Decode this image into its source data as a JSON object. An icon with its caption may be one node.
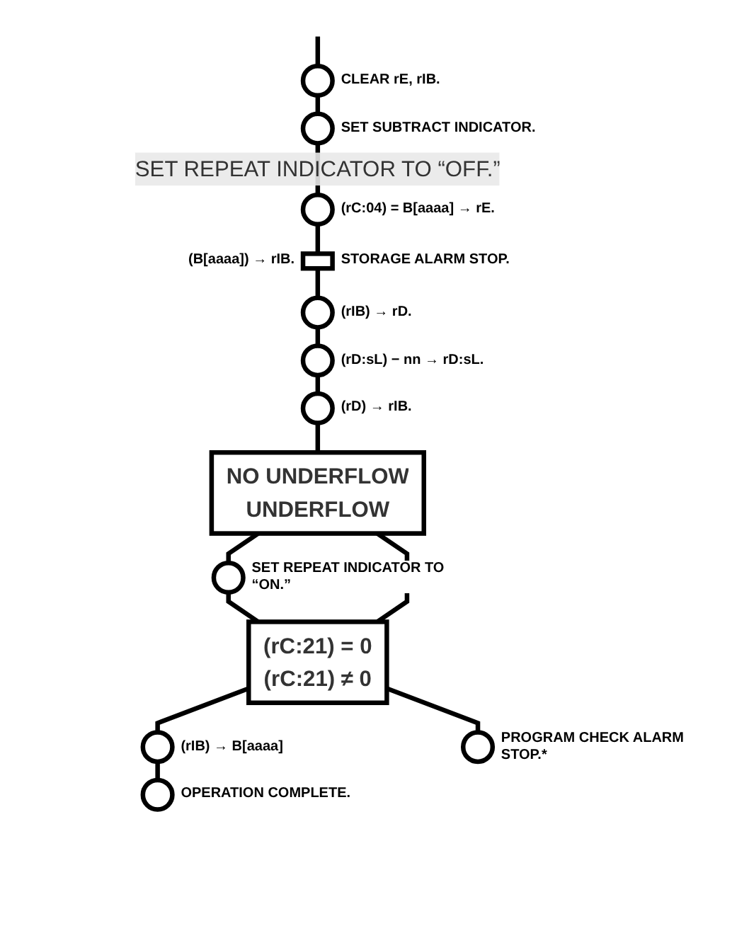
{
  "diagram": {
    "nodes": [
      {
        "text": [],
        "shape": "circle",
        "beside": [
          "CLEAR rE, rIB."
        ]
      },
      {
        "text": [],
        "shape": "circle",
        "beside": [
          "SET SUBTRACT INDICATOR."
        ]
      },
      {
        "text": [],
        "shape": "circle",
        "beside": [
          "(rC:04) = B[aaaa] → rE."
        ]
      },
      {
        "text": [],
        "shape": "box",
        "beside": [
          "(B[aaaa]) → rIB.",
          "STORAGE ALARM STOP."
        ]
      },
      {
        "text": [],
        "shape": "circle",
        "beside": [
          "(rIB) → rD."
        ]
      },
      {
        "text": [],
        "shape": "circle",
        "beside": [
          "(rD:sL) − nn → rD:sL."
        ]
      },
      {
        "text": [],
        "shape": "circle",
        "beside": [
          "(rD) → rIB."
        ]
      },
      {
        "text": [
          "NO UNDERFLOW",
          "UNDERFLOW"
        ]
      },
      {
        "text": [],
        "shape": "circle",
        "beside": [
          "SET REPEAT INDICATOR TO “ON.”"
        ]
      },
      {
        "text": [
          "(rC:21) = 0",
          "(rC:21) ≠ 0"
        ]
      },
      {
        "text": [],
        "shape": "circle",
        "beside": [
          "(rIB) → B[aaaa]"
        ]
      },
      {
        "text": [],
        "shape": "circle",
        "beside": [
          "OPERATION COMPLETE."
        ]
      },
      {
        "text": [],
        "shape": "circle",
        "beside": [
          "PROGRAM CHECK ALARM STOP.*"
        ]
      }
    ],
    "edges": [
      {
        "from": null,
        "to": 0,
        "arrow": "none"
      },
      {
        "from": 0,
        "to": 1,
        "arrow": "none"
      },
      {
        "from": 1,
        "to": 2,
        "arrow": "none",
        "label": "SET REPEAT INDICATOR TO “OFF.”"
      },
      {
        "from": 2,
        "to": 3,
        "arrow": "none"
      },
      {
        "from": 3,
        "to": 4,
        "arrow": "none"
      },
      {
        "from": 4,
        "to": 5,
        "arrow": "none"
      },
      {
        "from": 5,
        "to": 6,
        "arrow": "none"
      },
      {
        "from": 6,
        "to": 7,
        "arrow": "none"
      },
      {
        "from": 7,
        "to": 8,
        "arrow": "none"
      },
      {
        "from": 8,
        "to": 9,
        "arrow": "none"
      },
      {
        "from": 7,
        "to": 9,
        "arrow": "none"
      },
      {
        "from": 9,
        "to": 10,
        "arrow": "none"
      },
      {
        "from": 10,
        "to": 11,
        "arrow": "none"
      },
      {
        "from": 9,
        "to": 12,
        "arrow": "none"
      }
    ]
  }
}
